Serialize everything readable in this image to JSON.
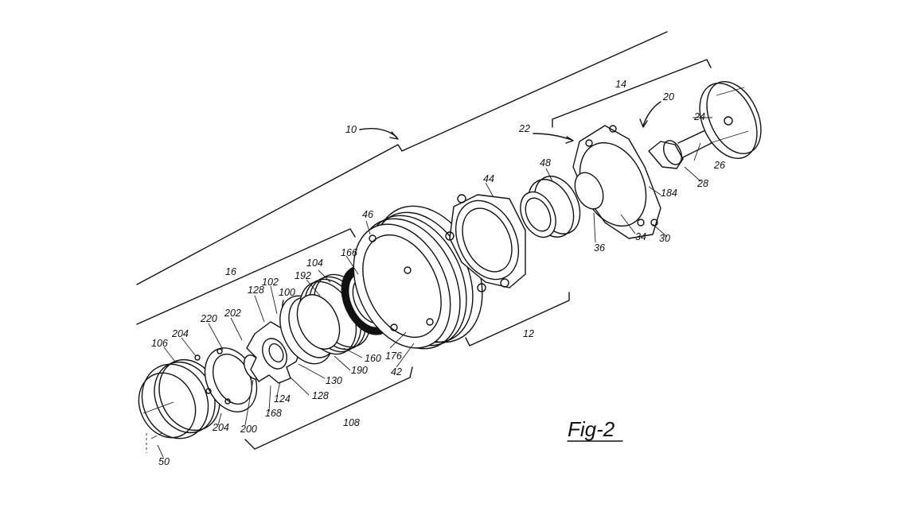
{
  "figure": {
    "title": "Fig-2"
  },
  "labels": {
    "l10": "10",
    "l12": "12",
    "l14": "14",
    "l16": "16",
    "l20": "20",
    "l22": "22",
    "l24": "24",
    "l26": "26",
    "l28": "28",
    "l30": "30",
    "l34": "34",
    "l36": "36",
    "l42": "42",
    "l44": "44",
    "l46": "46",
    "l48": "48",
    "l50": "50",
    "l100": "100",
    "l102": "102",
    "l104": "104",
    "l106": "106",
    "l108": "108",
    "l124": "124",
    "l128a": "128",
    "l128b": "128",
    "l130": "130",
    "l160": "160",
    "l166": "166",
    "l168": "168",
    "l176": "176",
    "l184": "184",
    "l190": "190",
    "l192": "192",
    "l200": "200",
    "l202": "202",
    "l204a": "204",
    "l204b": "204",
    "l220": "220"
  }
}
